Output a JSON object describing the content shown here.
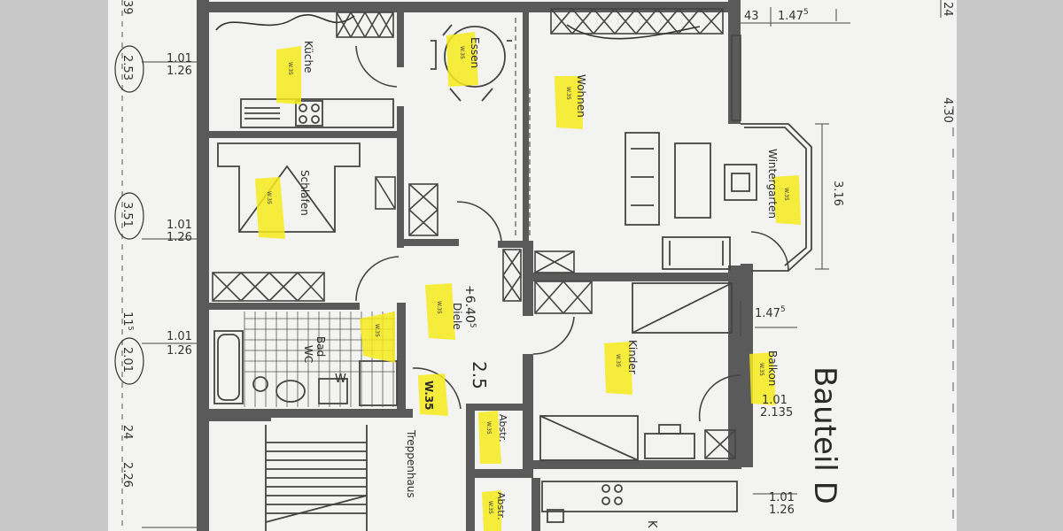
{
  "colors": {
    "paper": "#f3f3f1",
    "wall": "#5a5a5a",
    "line": "#444444",
    "highlight": "#f4ea1b",
    "background": "#cfcfcf"
  },
  "rooms": {
    "kueche": "Küche",
    "essen": "Essen",
    "wohnen": "Wohnen",
    "schlafen": "Schlafen",
    "wintergarten": "Wintergarten",
    "diele": "Diele",
    "bad": "Bad",
    "wc": "WC",
    "kinder": "Kinder",
    "balkon": "Balkon",
    "abstr1": "Abstr.",
    "abstr2": "Abstr.",
    "treppenhaus": "Treppenhaus",
    "partial_k": "K"
  },
  "highlight_tag": "W.35",
  "marks": {
    "elevation": "+6.40",
    "elevation_sup": "5",
    "w_letter": "W",
    "handwritten": "2.5",
    "title": "Bauteil D"
  },
  "dimensions": {
    "top_a": "43",
    "top_b": "1.47",
    "top_b_sup": "5",
    "top_c": "24",
    "top_left": "39",
    "right_top": "4.30",
    "wintergarten_h": "3.16",
    "mid_right": "1.47",
    "mid_right_sup": "5",
    "balkon_a": "1.01",
    "balkon_b": "2.135",
    "bottom_right_a": "1.01",
    "bottom_right_b": "1.26",
    "left_win1_a": "1.01",
    "left_win1_b": "1.26",
    "left_win2_a": "1.01",
    "left_win2_b": "1.26",
    "left_win3_a": "1.01",
    "left_win3_b": "1.26",
    "left_circled_1": "2.53",
    "left_circled_2": "3.51",
    "left_circled_3": "2.01",
    "left_115": "11",
    "left_115_sup": "5",
    "left_24": "24",
    "left_226": "2.26"
  }
}
